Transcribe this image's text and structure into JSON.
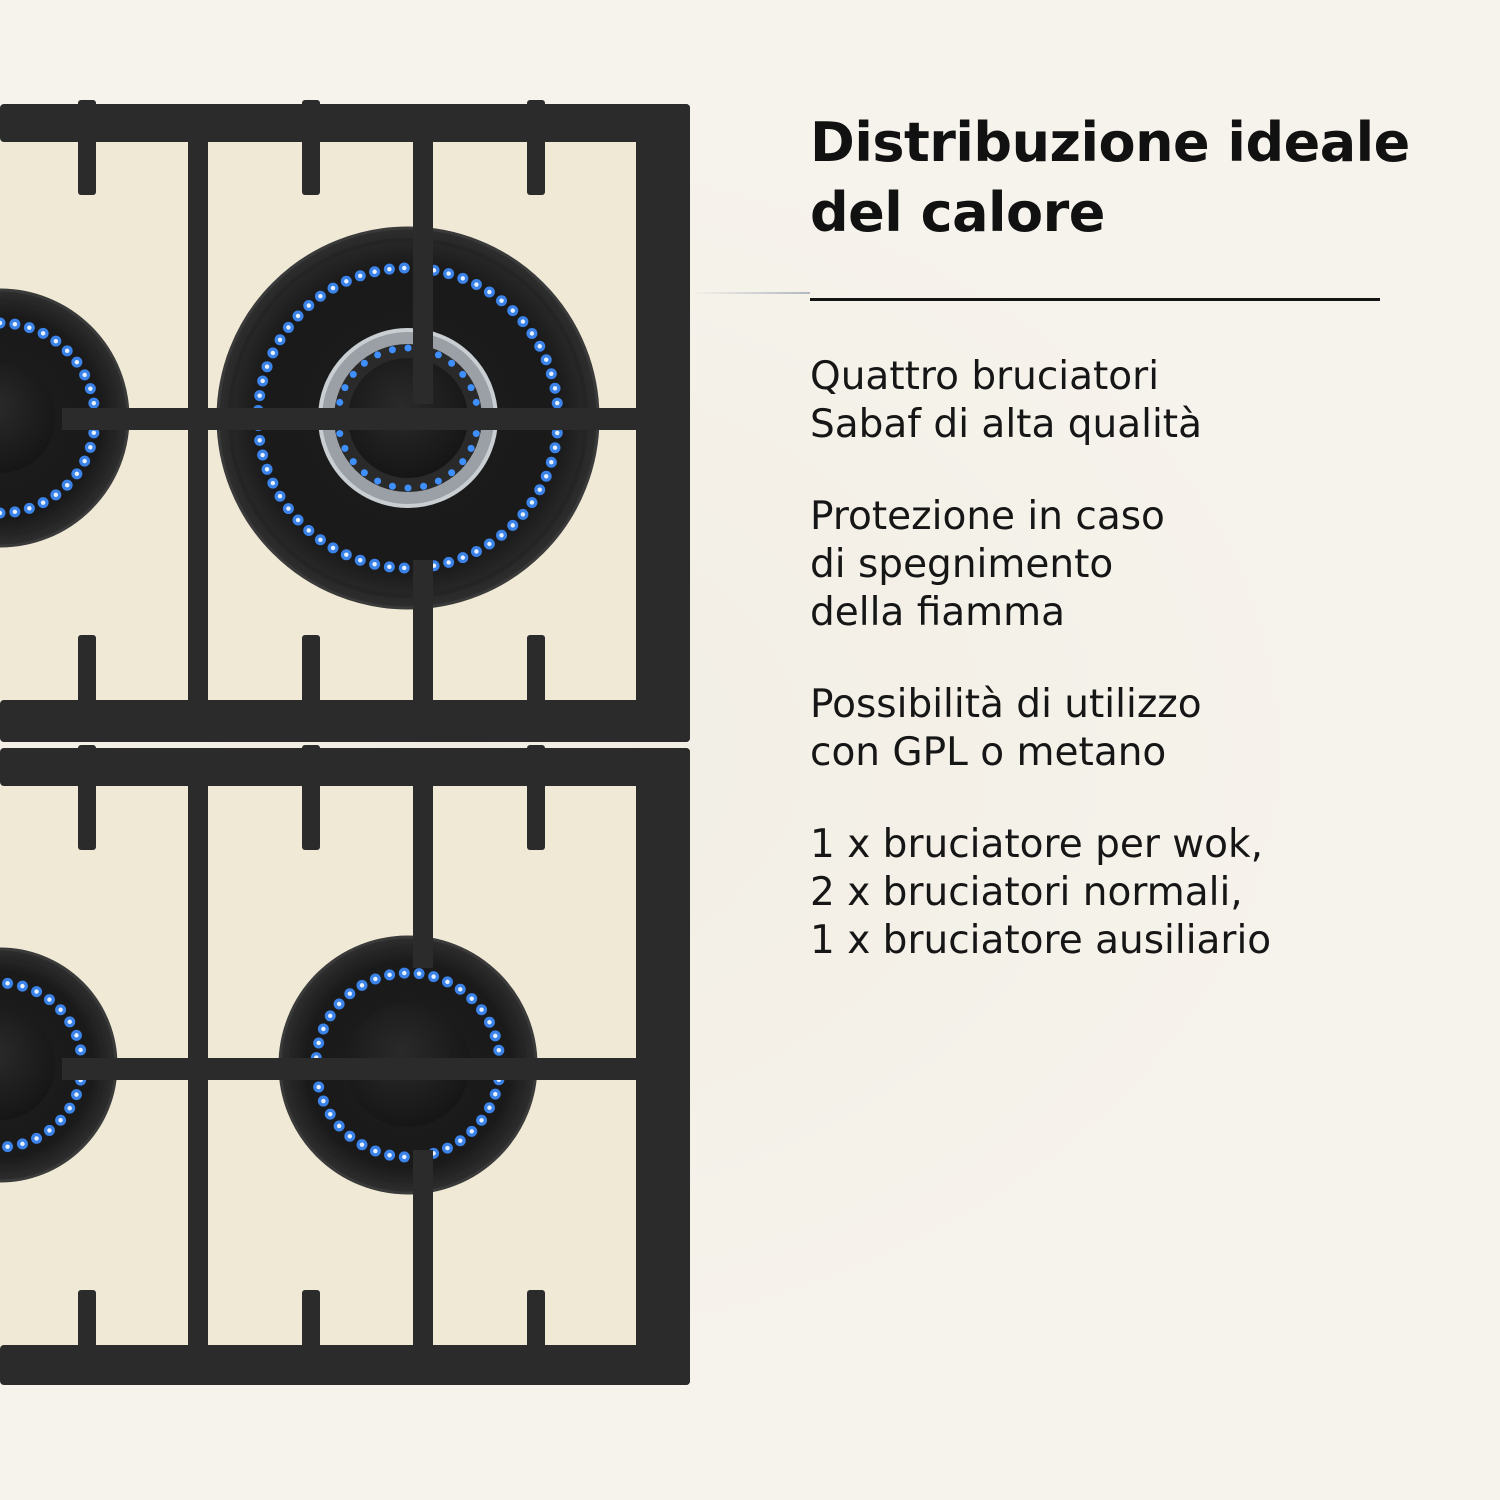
{
  "headline": {
    "line1": "Distribuzione ideale",
    "line2": "del calore"
  },
  "features": [
    {
      "lines": [
        "Quattro bruciatori",
        "Sabaf di alta qualità"
      ]
    },
    {
      "lines": [
        "Protezione in caso",
        "di spegnimento",
        "della fiamma"
      ]
    },
    {
      "lines": [
        "Possibilità di utilizzo",
        "con GPL o metano"
      ]
    },
    {
      "lines": [
        "1 x bruciatore per wok,",
        "2 x bruciatori normali,",
        "1 x bruciatore ausiliario"
      ]
    }
  ],
  "colors": {
    "background": "#f6f3ec",
    "enamel": "#efe9d6",
    "grate": "#2a2a2a",
    "flame": "#3f8fff",
    "text": "#141414"
  },
  "image": {
    "subject": "gas-cooktop-top-view",
    "burners_visible": 4,
    "icon": "burner-flame-icon"
  }
}
